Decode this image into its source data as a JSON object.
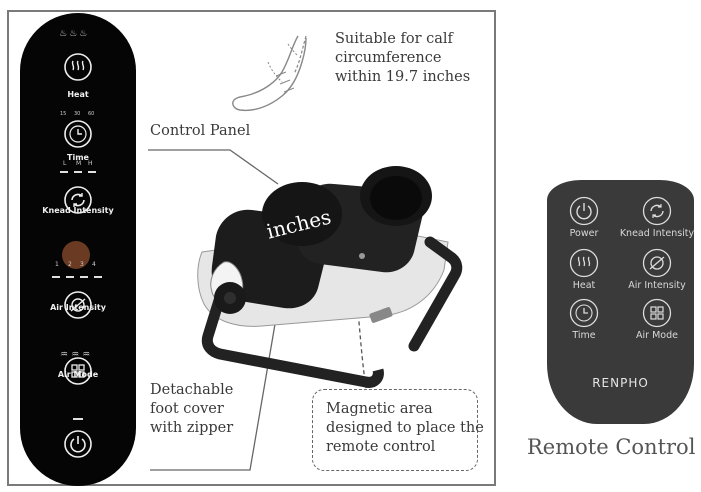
{
  "panel": {
    "heat_label": "Heat",
    "time_levels": [
      "15",
      "30",
      "60"
    ],
    "time_label": "Time",
    "knead_levels": [
      "L",
      "M",
      "H"
    ],
    "knead_label": "Knead Intensity",
    "air_levels": [
      "1",
      "2",
      "3",
      "4"
    ],
    "air_label": "Air Intensity",
    "mode_label": "Air Mode"
  },
  "callouts": {
    "calf": [
      "Suitable for calf",
      "circumference",
      "within 19.7 inches"
    ],
    "control_panel": "Control Panel",
    "foot_cover": [
      "Detachable",
      "foot cover",
      "with zipper"
    ],
    "magnetic": [
      "Magnetic area",
      "designed to place the",
      "remote control"
    ],
    "inches_tag": "inches"
  },
  "remote": {
    "buttons": [
      {
        "icon": "power-icon",
        "label": "Power"
      },
      {
        "icon": "knead-intensity-icon",
        "label": "Knead Intensity"
      },
      {
        "icon": "heat-icon",
        "label": "Heat"
      },
      {
        "icon": "air-intensity-icon",
        "label": "Air Intensity"
      },
      {
        "icon": "time-icon",
        "label": "Time"
      },
      {
        "icon": "air-mode-icon",
        "label": "Air Mode"
      }
    ],
    "brand": "RENPHO",
    "caption": "Remote Control"
  },
  "colors": {
    "panel_bg": "#050505",
    "remote_bg": "#3a3a3a",
    "frame": "#7a7a7a"
  }
}
